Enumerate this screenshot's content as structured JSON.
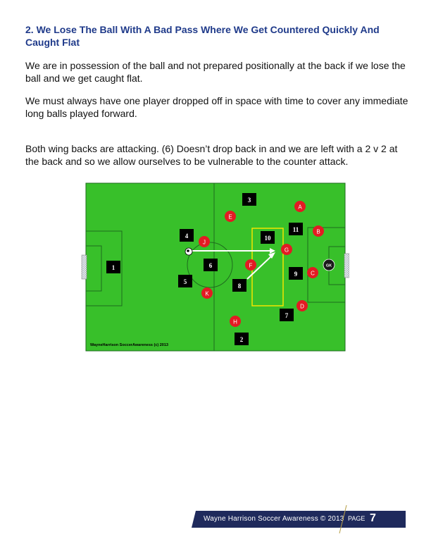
{
  "heading": "2. We Lose The Ball With A Bad Pass Where We Get Countered Quickly And Caught Flat",
  "paragraphs": [
    "We are in possession of the ball and not prepared positionally at the back if we lose the ball and we get caught flat.",
    "We must always have one player dropped off in space with time to cover any immediate long balls played forward.",
    "Both wing backs are attacking. (6) Doesn’t drop back in and we are left with a 2 v 2 at the back and so we allow ourselves to be vulnerable to the counter attack."
  ],
  "diagram": {
    "credit": "WayneHarrison SoccerAwareness (c) 2013",
    "colors": {
      "pitch": "#38c02a",
      "lines": "#1e6b1e",
      "opponent": "#e31b23",
      "team": "#000000",
      "zone": "#f2e600"
    },
    "team_players": [
      "1",
      "2",
      "3",
      "4",
      "5",
      "6",
      "7",
      "8",
      "9",
      "10",
      "11"
    ],
    "opponent_players": [
      "A",
      "B",
      "C",
      "D",
      "E",
      "F",
      "G",
      "H",
      "J",
      "K"
    ],
    "goalkeeper": "GK"
  },
  "footer": {
    "text": "Wayne Harrison Soccer Awareness © 2013",
    "page_label": "PAGE",
    "page_number": "7",
    "bar_color": "#1f2a5c",
    "accent_color": "#b8a04a"
  }
}
